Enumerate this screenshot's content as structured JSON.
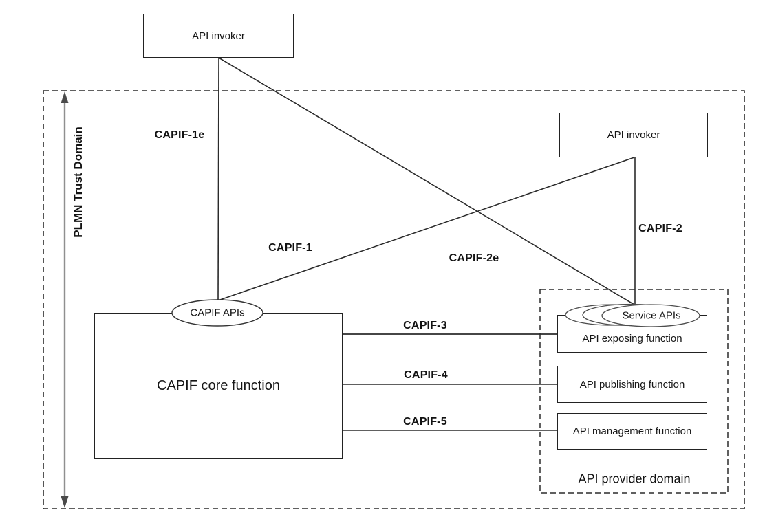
{
  "diagram": {
    "title_hint": "CAPIF functional architecture",
    "trust_domain": {
      "label": "PLMN Trust Domain"
    },
    "provider_domain": {
      "label": "API provider domain"
    },
    "nodes": {
      "api_invoker_external": "API invoker",
      "api_invoker_internal": "API invoker",
      "capif_core_function": "CAPIF core function",
      "capif_apis": "CAPIF APIs",
      "service_apis": "Service APIs",
      "api_exposing_function": "API exposing function",
      "api_publishing_function": "API publishing function",
      "api_management_function": "API management function"
    },
    "edges": {
      "capif_1e": "CAPIF-1e",
      "capif_1": "CAPIF-1",
      "capif_2e": "CAPIF-2e",
      "capif_2": "CAPIF-2",
      "capif_3": "CAPIF-3",
      "capif_4": "CAPIF-4",
      "capif_5": "CAPIF-5"
    },
    "colors": {
      "background": "#ffffff",
      "line": "#2b2b2b",
      "box_border": "#222222",
      "dashed_border": "#2b2b2b",
      "extent_arrow_line": "#8f8f8f",
      "extent_arrow_head": "#4a4a4a",
      "ellipse_stroke": "#4d4d4d",
      "text": "#161616"
    }
  }
}
